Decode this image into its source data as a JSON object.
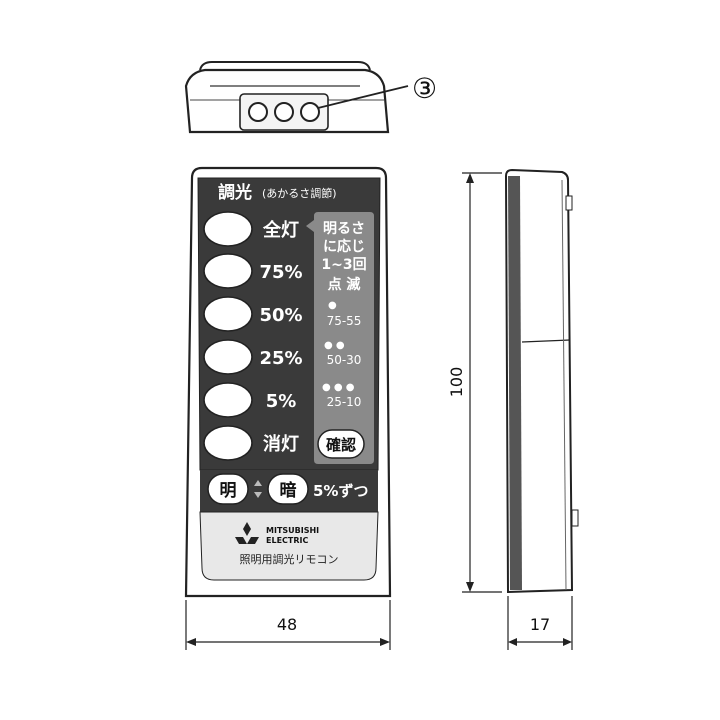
{
  "callout": {
    "number": "③"
  },
  "remote": {
    "header": {
      "title": "調光",
      "subtitle": "(あかるさ調節)"
    },
    "buttons": [
      {
        "label": "全灯"
      },
      {
        "label": "75%"
      },
      {
        "label": "50%"
      },
      {
        "label": "25%"
      },
      {
        "label": "5%"
      },
      {
        "label": "消灯"
      }
    ],
    "side_panel": {
      "lines": [
        "明るさ",
        "に応じ",
        "1~3回",
        "点 滅"
      ],
      "indicators": [
        {
          "dots": "●",
          "range": "75-55"
        },
        {
          "dots": "● ●",
          "range": "50-30"
        },
        {
          "dots": "● ● ●",
          "range": "25-10"
        }
      ],
      "confirm_label": "確認"
    },
    "bottom": {
      "brighter_label": "明",
      "darker_label": "暗",
      "step_label": "5%ずつ"
    },
    "brand": {
      "line1": "MITSUBISHI",
      "line2": "ELECTRIC"
    },
    "product_name": "照明用調光リモコン"
  },
  "dimensions": {
    "width": "48",
    "height": "100",
    "depth": "17"
  }
}
